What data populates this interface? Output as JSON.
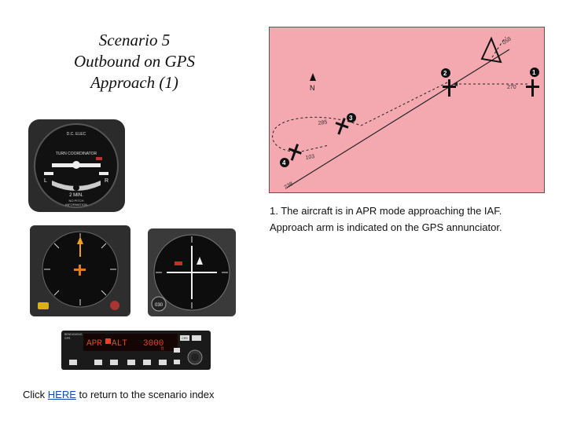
{
  "title": {
    "line1": "Scenario 5",
    "line2": "Outbound on GPS",
    "line3": "Approach (1)"
  },
  "map": {
    "north_label": "N",
    "waypoints": [
      "1",
      "2",
      "3",
      "4"
    ],
    "bearings": {
      "b058": "058",
      "b270": "270",
      "b285": "285",
      "b103": "103",
      "b238": "238"
    }
  },
  "caption": "1. The aircraft is in APR mode approaching the IAF. Approach arm is indicated on the GPS annunciator.",
  "instruments": {
    "turn_coordinator": {
      "label_top": "D.C. ELEC",
      "label_mid": "TURN COORDINATOR",
      "left": "L",
      "right": "R",
      "min": "2 MIN.",
      "note1": "NO PITCH",
      "note2": "INFORMATION"
    },
    "hsi_badge": "030",
    "gps": {
      "brand1": "BENDIX/KING",
      "brand2": "GPS",
      "mode": "APR",
      "alt_label": "ALT",
      "altitude": "3000",
      "unit": "ft",
      "btn_top": "CRS"
    }
  },
  "footer": {
    "prefix": "Click ",
    "link": "HERE",
    "suffix": " to return to the scenario index"
  },
  "colors": {
    "map_bg": "#f4a9b0",
    "link": "#1a4aa8",
    "gps_display": "#e8402a",
    "rmi_needle": "#f0a020"
  }
}
